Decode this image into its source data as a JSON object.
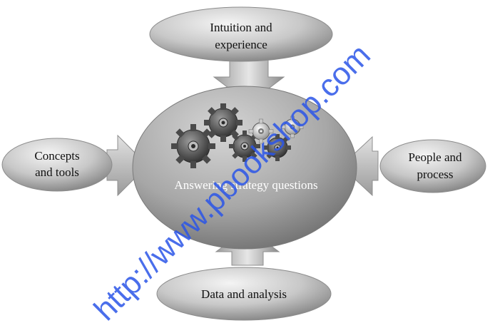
{
  "diagram": {
    "center": {
      "label": "Answering strategy questions"
    },
    "inputs": {
      "top": {
        "line1": "Intuition and",
        "line2": "experience"
      },
      "left": {
        "line1": "Concepts",
        "line2": "and tools"
      },
      "right": {
        "line1": "People and",
        "line2": "process"
      },
      "bottom": {
        "line1": "Data and analysis"
      }
    },
    "watermark": "http://www.pbookshop.com"
  },
  "colors": {
    "node_light": "#eeeeee",
    "node_mid": "#b9b9b9",
    "node_dark": "#6e6e6e",
    "arrow_light": "#d9d9d9",
    "arrow_dark": "#8c8c8c",
    "watermark": "#2a55e8"
  }
}
